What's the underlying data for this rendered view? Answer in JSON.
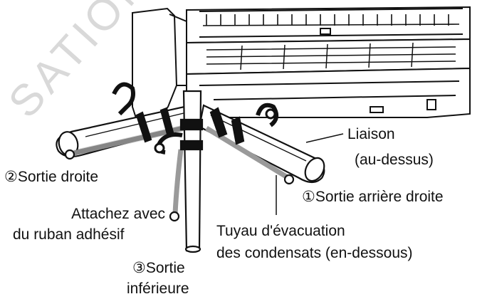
{
  "watermark": "SATION",
  "labels": {
    "liaison": "Liaison",
    "liaison_sub": "(au-dessus)",
    "exit_right": "②Sortie droite",
    "exit_rear_right": "①Sortie arrière droite",
    "attach_1": "Attachez avec",
    "attach_2": "du ruban adhésif",
    "drain_1": "Tuyau d'évacuation",
    "drain_2": "des condensats (en-dessous)",
    "exit_bottom_1": "③Sortie",
    "exit_bottom_2": "inférieure"
  },
  "colors": {
    "line": "#111111",
    "drain_hose": "#9a9a9a",
    "watermark": "#d9d9d9"
  }
}
